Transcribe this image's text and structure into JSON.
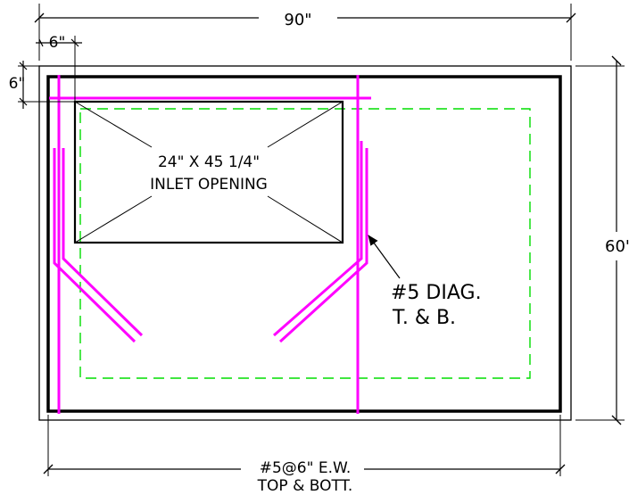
{
  "dimensions": {
    "top": "90\"",
    "right": "60\"",
    "edge_x": "6\"",
    "edge_y": "6\""
  },
  "opening": {
    "size": "24\" X 45 1/4\"",
    "label": "INLET OPENING"
  },
  "callouts": {
    "diag_line1": "#5 DIAG.",
    "diag_line2": "T. & B.",
    "mesh_line1": "#5@6\" E.W.",
    "mesh_line2": "TOP & BOTT."
  },
  "colors": {
    "rebar": "#ff00ff",
    "dashed_outline": "#00dd00",
    "linework": "#000000"
  }
}
